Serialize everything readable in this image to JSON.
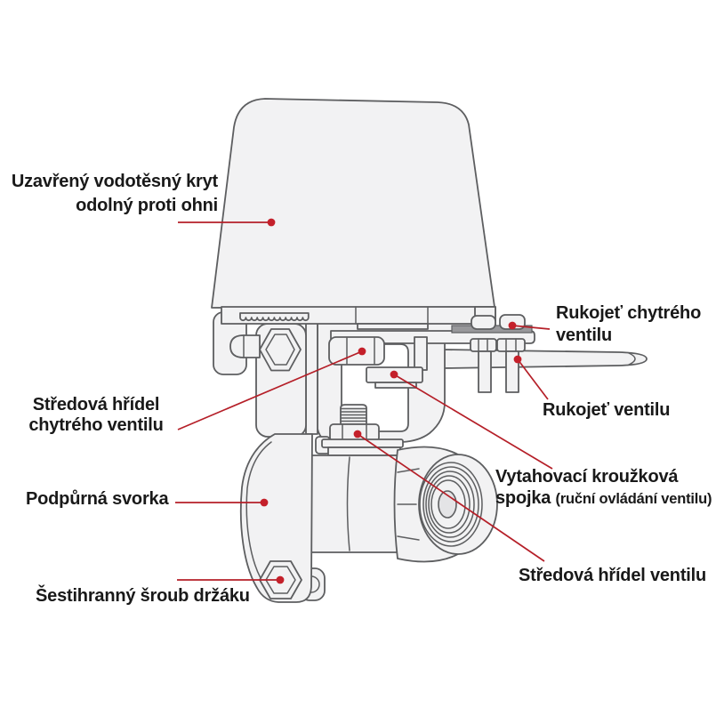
{
  "diagram": {
    "type": "labeled-product-diagram",
    "language": "cs",
    "subject": "smart-valve-actuator-on-ball-valve",
    "colors": {
      "accent": "#c4202a",
      "leader_line": "#b51f28",
      "outline": "#5d5e60",
      "part_fill": "#f2f2f3",
      "text": "#191919",
      "background": "#ffffff"
    },
    "labels": {
      "waterproof_cover": {
        "line1": "Uzavřený vodotěsný kryt",
        "line2": "odolný proti ohni"
      },
      "smart_valve_handle": {
        "line1": "Rukojeť chytrého",
        "line2": "ventilu"
      },
      "valve_handle": {
        "text": "Rukojeť ventilu"
      },
      "smart_valve_center_shaft": {
        "line1": "Středová hřídel",
        "line2": "chytrého ventilu"
      },
      "support_clamp": {
        "text": "Podpůrná svorka"
      },
      "bracket_hex_bolt": {
        "text": "Šestihranný šroub držáku"
      },
      "pull_ring_coupling": {
        "line1": "Vytahovací kroužková",
        "line2_main": "spojka",
        "line2_note": "(ruční ovládání ventilu)"
      },
      "valve_center_shaft": {
        "text": "Středová hřídel ventilu"
      }
    }
  }
}
